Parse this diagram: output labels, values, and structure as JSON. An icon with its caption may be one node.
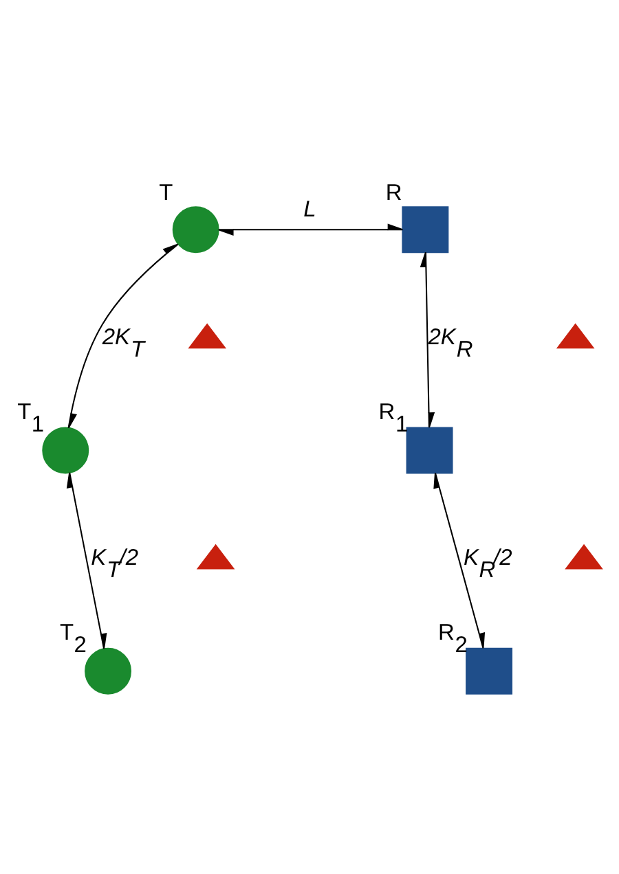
{
  "diagram": {
    "nodes": [
      {
        "text": [
          "T"
        ]
      },
      {
        "text": [
          "R"
        ]
      },
      {
        "text": [
          "T$_{1}$"
        ]
      },
      {
        "text": [
          "R$_{1}$"
        ]
      },
      {
        "text": [
          "T$_{2}$"
        ]
      },
      {
        "text": [
          "R$_{2}$"
        ]
      },
      {
        "text": [],
        "shape": "triangle"
      },
      {
        "text": [],
        "shape": "triangle"
      },
      {
        "text": [],
        "shape": "triangle"
      },
      {
        "text": [],
        "shape": "triangle"
      }
    ],
    "edges": [
      {
        "from": 0,
        "to": 1,
        "arrow": "both",
        "label": "L"
      },
      {
        "from": 0,
        "to": 2,
        "arrow": "both",
        "label": "2K$_{T}$"
      },
      {
        "from": 1,
        "to": 3,
        "arrow": "both",
        "label": "2K$_{R}$"
      },
      {
        "from": 2,
        "to": 4,
        "arrow": "both",
        "label": "K$_{T}$/2"
      },
      {
        "from": 3,
        "to": 5,
        "arrow": "both",
        "label": "K$_{R}$/2"
      }
    ]
  }
}
